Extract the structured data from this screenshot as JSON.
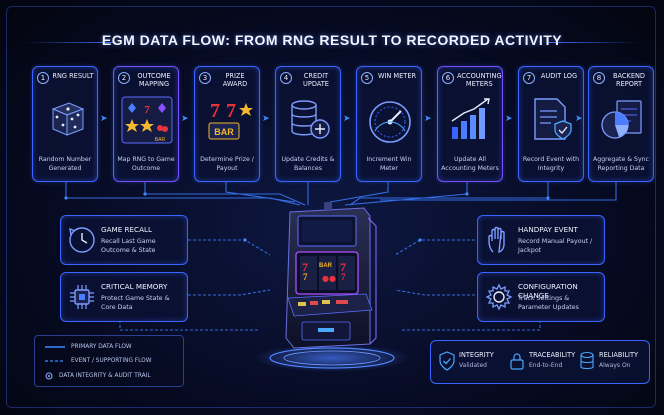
{
  "title": "EGM DATA FLOW: FROM RNG RESULT TO RECORDED ACTIVITY",
  "steps": [
    {
      "num": "1",
      "title": "RNG RESULT",
      "desc": "Random Number Generated",
      "icon": "dice-icon"
    },
    {
      "num": "2",
      "title": "OUTCOME MAPPING",
      "desc": "Map RNG to Game Outcome",
      "icon": "symbol-grid-icon"
    },
    {
      "num": "3",
      "title": "PRIZE AWARD",
      "desc": "Determine Prize / Payout",
      "icon": "seven-bar-icon"
    },
    {
      "num": "4",
      "title": "CREDIT UPDATE",
      "desc": "Update Credits & Balances",
      "icon": "database-plus-icon"
    },
    {
      "num": "5",
      "title": "WIN METER",
      "desc": "Increment Win Meter",
      "icon": "gauge-icon"
    },
    {
      "num": "6",
      "title": "ACCOUNTING METERS",
      "desc": "Update All Accounting Meters",
      "icon": "bar-chart-icon"
    },
    {
      "num": "7",
      "title": "AUDIT LOG",
      "desc": "Record Event with Integrity",
      "icon": "document-shield-icon"
    },
    {
      "num": "8",
      "title": "BACKEND REPORT",
      "desc": "Aggregate & Sync Reporting Data",
      "icon": "pie-report-icon"
    }
  ],
  "symbols": {
    "seven": "7",
    "bar": "BAR"
  },
  "left_panels": [
    {
      "title": "GAME RECALL",
      "desc": "Recall Last Game Outcome & State",
      "icon": "recall-icon"
    },
    {
      "title": "CRITICAL MEMORY",
      "desc": "Protect Game State & Core Data",
      "icon": "chip-icon"
    }
  ],
  "right_panels": [
    {
      "title": "HANDPAY EVENT",
      "desc": "Record Manual Payout / Jackpot",
      "icon": "hand-icon"
    },
    {
      "title": "CONFIGURATION CHANGE",
      "desc": "Track Settings & Parameter Updates",
      "icon": "gear-icon"
    }
  ],
  "legend": [
    {
      "label": "PRIMARY DATA FLOW"
    },
    {
      "label": "EVENT / SUPPORTING FLOW"
    },
    {
      "label": "DATA INTEGRITY & AUDIT TRAIL"
    }
  ],
  "badges": [
    {
      "title": "INTEGRITY",
      "sub": "Validated",
      "icon": "shield-check-icon"
    },
    {
      "title": "TRACEABILITY",
      "sub": "End-to-End",
      "icon": "lock-icon"
    },
    {
      "title": "RELIABILITY",
      "sub": "Always On",
      "icon": "database-icon"
    }
  ],
  "colors": {
    "accent": "#3a64ff",
    "glow": "#3d8bff",
    "gold": "#f5b82e",
    "red": "#e8323c",
    "purple": "#8a4dff"
  }
}
